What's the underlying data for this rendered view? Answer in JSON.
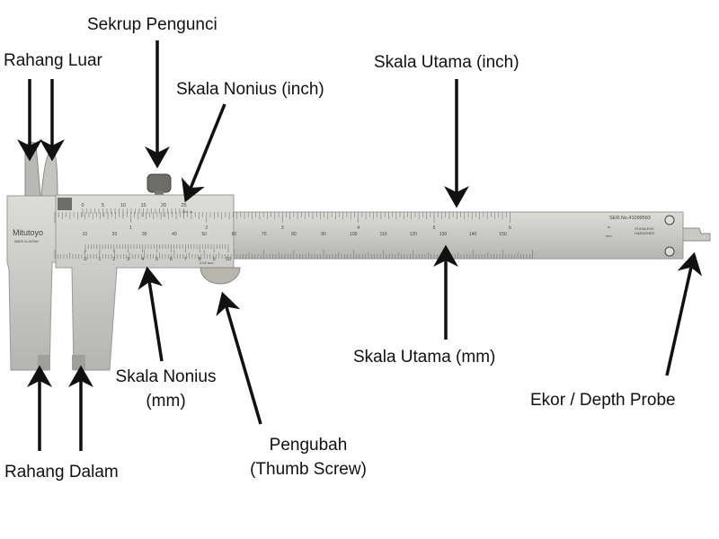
{
  "labels": {
    "outer_jaw": "Rahang Luar",
    "lock_screw": "Sekrup Pengunci",
    "vernier_inch": "Skala Nonius (inch)",
    "main_inch": "Skala Utama (inch)",
    "vernier_mm_line1": "Skala Nonius",
    "vernier_mm_line2": "(mm)",
    "main_mm": "Skala Utama (mm)",
    "depth_probe": "Ekor / Depth Probe",
    "thumb_line1": "Pengubah",
    "thumb_line2": "(Thumb Screw)",
    "inner_jaw": "Rahang Dalam"
  },
  "caliper": {
    "brand": "Mitutoyo",
    "made_in": "MADE IN JAPAN",
    "serial": "SER.No.41099593",
    "stainless": "STAINLESS",
    "hardened": "HARDENED",
    "unit_in": "in.",
    "unit_mm": "mm",
    "vernier_inch_resolution": ".001 in.",
    "vernier_mm_resolution": "0.02 mm",
    "vernier_inch_labels": [
      "0",
      "5",
      "10",
      "15",
      "20",
      "25"
    ],
    "vernier_mm_labels": [
      "0",
      "1",
      "2",
      "3",
      "4",
      "5",
      "6",
      "7",
      "8",
      "9",
      "10"
    ],
    "main_mm_labels": [
      "10",
      "20",
      "30",
      "40",
      "50",
      "60",
      "70",
      "80",
      "90",
      "100",
      "110",
      "120",
      "130",
      "140",
      "150"
    ],
    "main_inch_labels": [
      "1",
      "2",
      "3",
      "4",
      "5",
      "6"
    ]
  },
  "colors": {
    "steel": "#c9c9c6",
    "steel_dark": "#a9a9a5",
    "arrow": "#111111"
  }
}
